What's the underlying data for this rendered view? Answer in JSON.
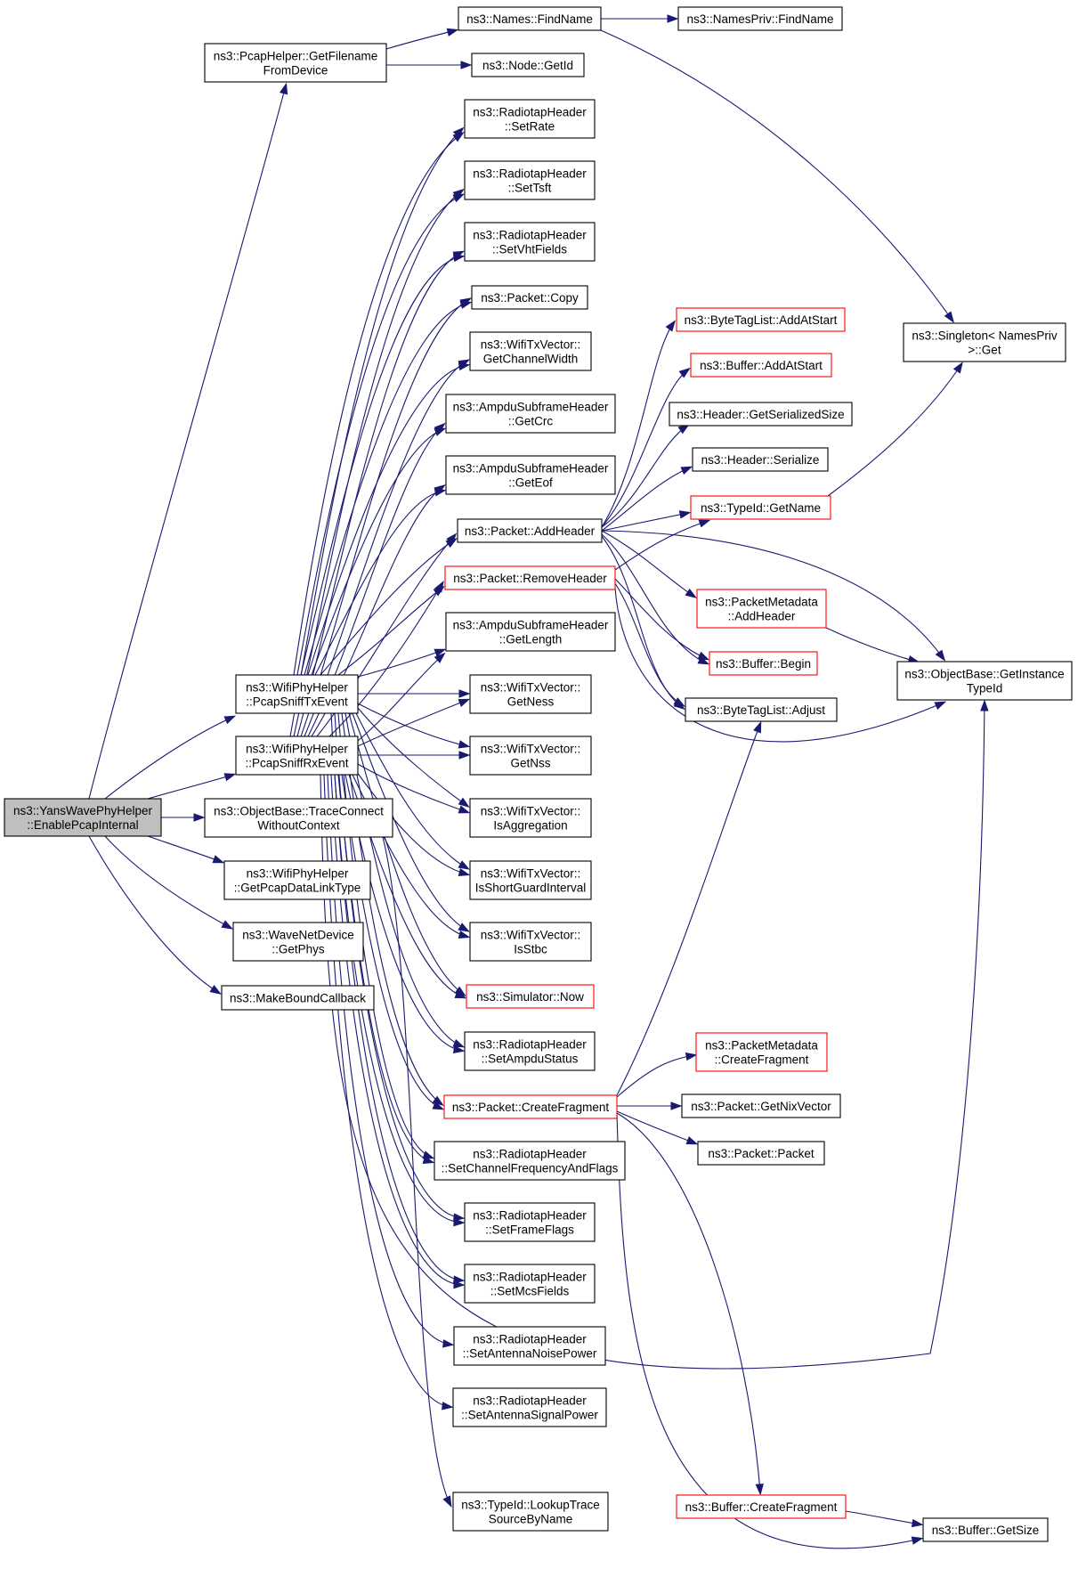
{
  "graph": {
    "colors": {
      "edge": "#191970",
      "box_border": "#000000",
      "truncated_border": "#ff0000",
      "root_fill": "#bfbfbf",
      "background": "#ffffff"
    },
    "nodes": [
      {
        "id": "root",
        "lines": [
          "ns3::YansWavePhyHelper",
          "::EnablePcapInternal"
        ],
        "style": "root"
      },
      {
        "id": "getfilename",
        "lines": [
          "ns3::PcapHelper::GetFilename",
          "FromDevice"
        ],
        "style": "normal"
      },
      {
        "id": "pcapsnifftx",
        "lines": [
          "ns3::WifiPhyHelper",
          "::PcapSniffTxEvent"
        ],
        "style": "normal"
      },
      {
        "id": "pcapsniffrx",
        "lines": [
          "ns3::WifiPhyHelper",
          "::PcapSniffRxEvent"
        ],
        "style": "normal"
      },
      {
        "id": "traceconnect",
        "lines": [
          "ns3::ObjectBase::TraceConnect",
          "WithoutContext"
        ],
        "style": "normal"
      },
      {
        "id": "getpcapdlt",
        "lines": [
          "ns3::WifiPhyHelper",
          "::GetPcapDataLinkType"
        ],
        "style": "normal"
      },
      {
        "id": "getphys",
        "lines": [
          "ns3::WaveNetDevice",
          "::GetPhys"
        ],
        "style": "normal"
      },
      {
        "id": "makebound",
        "lines": [
          "ns3::MakeBoundCallback"
        ],
        "style": "normal"
      },
      {
        "id": "findname",
        "lines": [
          "ns3::Names::FindName"
        ],
        "style": "normal"
      },
      {
        "id": "getid",
        "lines": [
          "ns3::Node::GetId"
        ],
        "style": "normal"
      },
      {
        "id": "setrate",
        "lines": [
          "ns3::RadiotapHeader",
          "::SetRate"
        ],
        "style": "normal"
      },
      {
        "id": "settsft",
        "lines": [
          "ns3::RadiotapHeader",
          "::SetTsft"
        ],
        "style": "normal"
      },
      {
        "id": "setvht",
        "lines": [
          "ns3::RadiotapHeader",
          "::SetVhtFields"
        ],
        "style": "normal"
      },
      {
        "id": "pktcopy",
        "lines": [
          "ns3::Packet::Copy"
        ],
        "style": "normal"
      },
      {
        "id": "getchanwidth",
        "lines": [
          "ns3::WifiTxVector::",
          "GetChannelWidth"
        ],
        "style": "normal"
      },
      {
        "id": "getcrc",
        "lines": [
          "ns3::AmpduSubframeHeader",
          "::GetCrc"
        ],
        "style": "normal"
      },
      {
        "id": "geteof",
        "lines": [
          "ns3::AmpduSubframeHeader",
          "::GetEof"
        ],
        "style": "normal"
      },
      {
        "id": "addheader",
        "lines": [
          "ns3::Packet::AddHeader"
        ],
        "style": "normal"
      },
      {
        "id": "removeheader",
        "lines": [
          "ns3::Packet::RemoveHeader"
        ],
        "style": "truncated"
      },
      {
        "id": "getlength",
        "lines": [
          "ns3::AmpduSubframeHeader",
          "::GetLength"
        ],
        "style": "normal"
      },
      {
        "id": "getness",
        "lines": [
          "ns3::WifiTxVector::",
          "GetNess"
        ],
        "style": "normal"
      },
      {
        "id": "getnss",
        "lines": [
          "ns3::WifiTxVector::",
          "GetNss"
        ],
        "style": "normal"
      },
      {
        "id": "isagg",
        "lines": [
          "ns3::WifiTxVector::",
          "IsAggregation"
        ],
        "style": "normal"
      },
      {
        "id": "isshortgi",
        "lines": [
          "ns3::WifiTxVector::",
          "IsShortGuardInterval"
        ],
        "style": "normal"
      },
      {
        "id": "isstbc",
        "lines": [
          "ns3::WifiTxVector::",
          "IsStbc"
        ],
        "style": "normal"
      },
      {
        "id": "simnow",
        "lines": [
          "ns3::Simulator::Now"
        ],
        "style": "truncated"
      },
      {
        "id": "setampdu",
        "lines": [
          "ns3::RadiotapHeader",
          "::SetAmpduStatus"
        ],
        "style": "normal"
      },
      {
        "id": "createfrag",
        "lines": [
          "ns3::Packet::CreateFragment"
        ],
        "style": "truncated"
      },
      {
        "id": "setchanfreq",
        "lines": [
          "ns3::RadiotapHeader",
          "::SetChannelFrequencyAndFlags"
        ],
        "style": "normal"
      },
      {
        "id": "setframeflags",
        "lines": [
          "ns3::RadiotapHeader",
          "::SetFrameFlags"
        ],
        "style": "normal"
      },
      {
        "id": "setmcs",
        "lines": [
          "ns3::RadiotapHeader",
          "::SetMcsFields"
        ],
        "style": "normal"
      },
      {
        "id": "setantnoise",
        "lines": [
          "ns3::RadiotapHeader",
          "::SetAntennaNoisePower"
        ],
        "style": "normal"
      },
      {
        "id": "setantsignal",
        "lines": [
          "ns3::RadiotapHeader",
          "::SetAntennaSignalPower"
        ],
        "style": "normal"
      },
      {
        "id": "lookuptrace",
        "lines": [
          "ns3::TypeId::LookupTrace",
          "SourceByName"
        ],
        "style": "normal"
      },
      {
        "id": "namespriv",
        "lines": [
          "ns3::NamesPriv::FindName"
        ],
        "style": "normal"
      },
      {
        "id": "bytetagaddstart",
        "lines": [
          "ns3::ByteTagList::AddAtStart"
        ],
        "style": "truncated"
      },
      {
        "id": "bufaddstart",
        "lines": [
          "ns3::Buffer::AddAtStart"
        ],
        "style": "truncated"
      },
      {
        "id": "getsersize",
        "lines": [
          "ns3::Header::GetSerializedSize"
        ],
        "style": "normal"
      },
      {
        "id": "hdrserialize",
        "lines": [
          "ns3::Header::Serialize"
        ],
        "style": "normal"
      },
      {
        "id": "typeidname",
        "lines": [
          "ns3::TypeId::GetName"
        ],
        "style": "truncated"
      },
      {
        "id": "pmaddheader",
        "lines": [
          "ns3::PacketMetadata",
          "::AddHeader"
        ],
        "style": "truncated"
      },
      {
        "id": "bufbegin",
        "lines": [
          "ns3::Buffer::Begin"
        ],
        "style": "truncated"
      },
      {
        "id": "bytetagadjust",
        "lines": [
          "ns3::ByteTagList::Adjust"
        ],
        "style": "normal"
      },
      {
        "id": "pmcreatefrag",
        "lines": [
          "ns3::PacketMetadata",
          "::CreateFragment"
        ],
        "style": "truncated"
      },
      {
        "id": "getnixvector",
        "lines": [
          "ns3::Packet::GetNixVector"
        ],
        "style": "normal"
      },
      {
        "id": "pktpacket",
        "lines": [
          "ns3::Packet::Packet"
        ],
        "style": "normal"
      },
      {
        "id": "bufcreatefrag",
        "lines": [
          "ns3::Buffer::CreateFragment"
        ],
        "style": "truncated"
      },
      {
        "id": "singleton",
        "lines": [
          "ns3::Singleton< NamesPriv",
          " >::Get"
        ],
        "style": "normal"
      },
      {
        "id": "getinstancetypeid",
        "lines": [
          "ns3::ObjectBase::GetInstance",
          "TypeId"
        ],
        "style": "normal"
      },
      {
        "id": "bufgetsize",
        "lines": [
          "ns3::Buffer::GetSize"
        ],
        "style": "normal"
      }
    ]
  }
}
